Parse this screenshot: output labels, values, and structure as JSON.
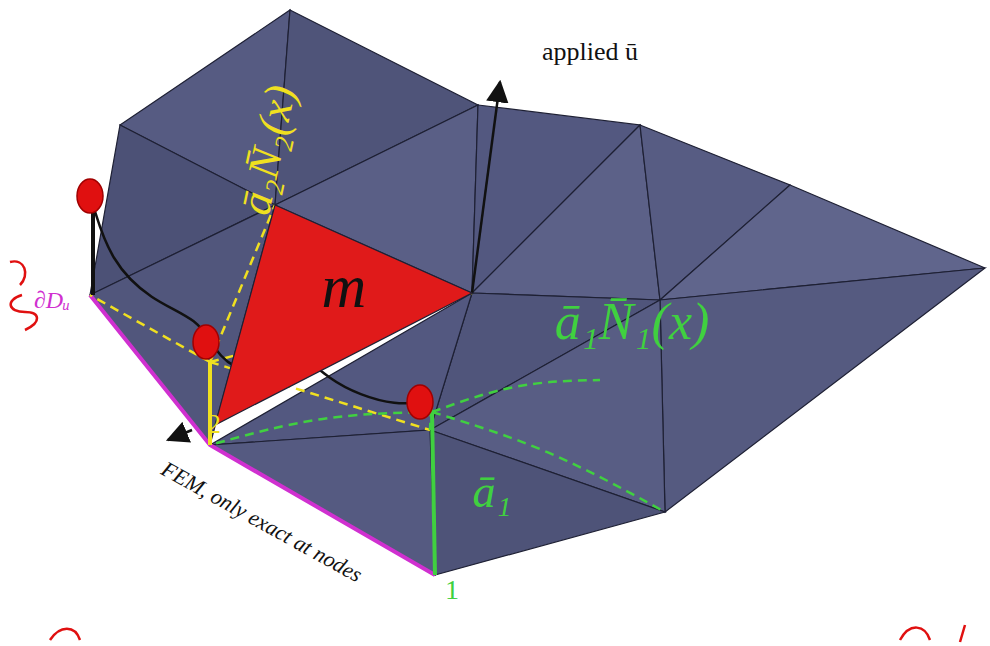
{
  "diagram": {
    "nodes": [
      {
        "text": [
          "m"
        ]
      }
    ],
    "labels": [
      "applied ū",
      "ā₂N̄₂(x)",
      "∂Dᵤ",
      "ā₁N̄₁(x)",
      "ā₁",
      "1",
      "2",
      "FEM, only exact at nodes"
    ]
  }
}
